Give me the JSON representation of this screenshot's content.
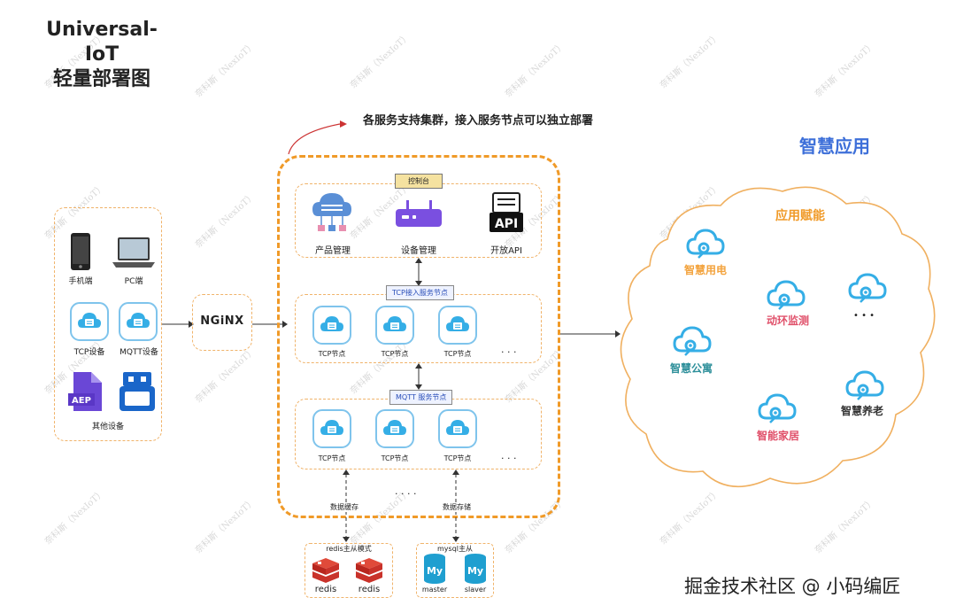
{
  "header": {
    "line1": "Universal-IoT",
    "line2": "轻量部署图"
  },
  "note": "各服务支持集群，接入服务节点可以独立部署",
  "devices": {
    "phone": "手机端",
    "pc": "PC端",
    "tcp": "TCP设备",
    "mqtt": "MQTT设备",
    "aep": "AEP",
    "other": "其他设备"
  },
  "nginx": "NGiNX",
  "console": {
    "tag": "控制台",
    "items": [
      "产品管理",
      "设备管理",
      "开放API"
    ],
    "api_badge": "API"
  },
  "tcp_cluster": {
    "tag": "TCP接入服务节点",
    "nodes": [
      "TCP节点",
      "TCP节点",
      "TCP节点"
    ],
    "more": ". . ."
  },
  "mqtt_cluster": {
    "tag": "MQTT 服务节点",
    "nodes": [
      "TCP节点",
      "TCP节点",
      "TCP节点"
    ],
    "more": ". . ."
  },
  "cluster_more": ". . . .",
  "storage": {
    "cache_label": "数据缓存",
    "store_label": "数据存储",
    "redis_title": "redis主从模式",
    "redis_items": [
      "redis",
      "redis"
    ],
    "mysql_title": "mysql主从",
    "mysql_items": [
      "master",
      "slaver"
    ],
    "mysql_badge": "My"
  },
  "smart": {
    "title": "智慧应用",
    "subtitle": "应用赋能",
    "apps": [
      "智慧用电",
      "动环监测",
      "智慧公寓",
      "智能家居",
      "智慧养老"
    ],
    "more": "• • •"
  },
  "watermark": "奈科斯（NexIoT）",
  "footer": "掘金技术社区 @ 小码编匠",
  "colors": {
    "accent": "#f09a28",
    "smart_title": "#3d6fd9",
    "app_orange": "#f3a33d",
    "app_red": "#e0506a",
    "app_teal": "#2d8f9a",
    "app_dark": "#333333"
  }
}
